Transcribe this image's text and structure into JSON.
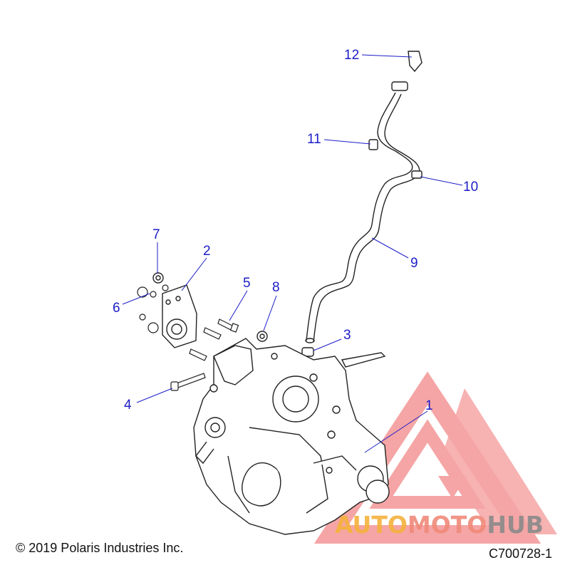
{
  "callouts": {
    "c1": "1",
    "c2": "2",
    "c3": "3",
    "c4": "4",
    "c5": "5",
    "c6": "6",
    "c7": "7",
    "c8": "8",
    "c9": "9",
    "c10": "10",
    "c11": "11",
    "c12": "12"
  },
  "footer": {
    "copyright": "© 2019 Polaris Industries Inc.",
    "diagram_code": "C700728-1"
  },
  "watermark": {
    "brand_part1": "AUTO",
    "brand_part2": "MOTO",
    "brand_part3": "HUB",
    "colors": {
      "orange": "#f5b23c",
      "salmon": "#f08a7a",
      "gray": "#8a8a8a",
      "triangle": "#f06a6a"
    }
  },
  "colors": {
    "callout": "#1c1cc8",
    "leader": "#1c1cc8",
    "line_art": "#222222"
  }
}
